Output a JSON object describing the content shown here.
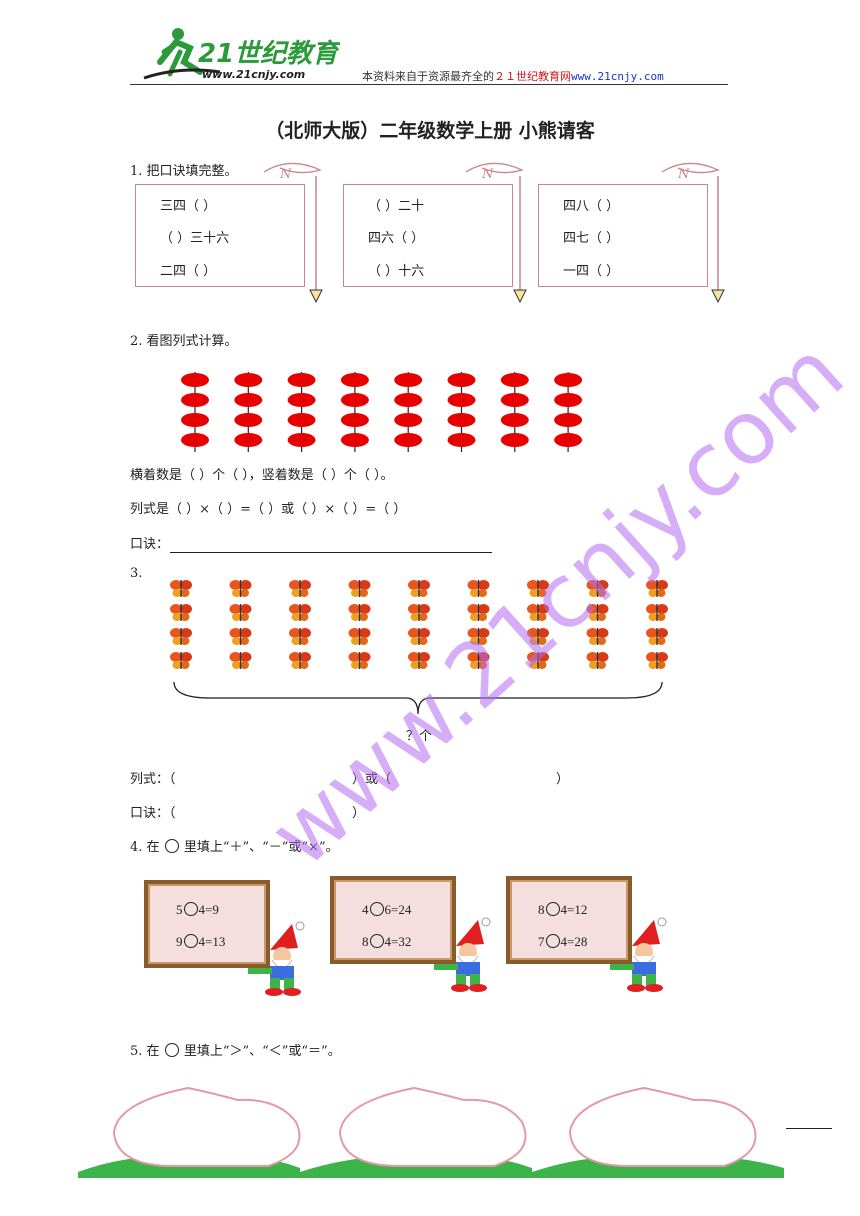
{
  "header": {
    "logo_text": "21世纪教育",
    "logo_url": "www.21cnjy.com",
    "source_prefix": "本资料来自于资源最齐全的",
    "source_site": "２１世纪教育网",
    "source_url": "www.21cnjy.com"
  },
  "title": "（北师大版）二年级数学上册  小熊请客",
  "q1": {
    "label": "1. 把口诀填完整。",
    "boxes": [
      [
        "三四（          ）",
        "（        ）三十六",
        "二四（          ）"
      ],
      [
        "（          ）二十",
        "四六（          ）",
        "（          ）十六"
      ],
      [
        "四八（          ）",
        "四七（          ）",
        "一四（          ）"
      ]
    ]
  },
  "q2": {
    "label": "2. 看图列式计算。",
    "line1": "横着数是（    ）个（    ），竖着数是（    ）个（    ）。",
    "line2": "列式是（    ）×（    ）=（    ）或（    ）×（    ）=（    ）",
    "line3": "口诀："
  },
  "q3": {
    "label": "3.",
    "question": "？个",
    "line1_a": "列式：（",
    "line1_b": "）或（",
    "line1_c": "）",
    "line2_a": "口诀：（",
    "line2_b": "）"
  },
  "q4": {
    "label_a": "4. 在",
    "label_b": "里填上“＋”、“－”或“×”。",
    "boards": [
      [
        [
          "5",
          "4=9"
        ],
        [
          "9",
          "4=13"
        ]
      ],
      [
        [
          "4",
          "6=24"
        ],
        [
          "8",
          "4=32"
        ]
      ],
      [
        [
          "8",
          "4=12"
        ],
        [
          "7",
          "4=28"
        ]
      ]
    ]
  },
  "q5": {
    "label_a": "5. 在",
    "label_b": "里填上“＞”、“＜”或“＝”。"
  },
  "watermark": "www.21cnjy.com",
  "colors": {
    "bead": "#e80000",
    "note_border": "#c9848e",
    "watermark": "#b36cf2",
    "board_frame": "#8a5a2a"
  }
}
